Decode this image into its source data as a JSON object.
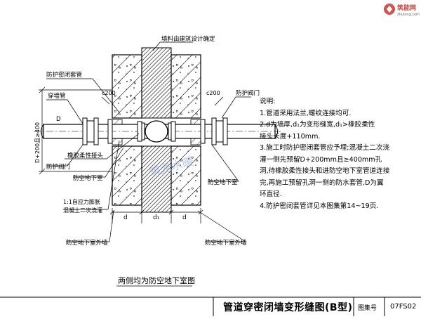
{
  "figure": {
    "labels": {
      "fill_material": "填料由建筑设计确定",
      "protective_sealed_sleeve": "防护密闭套管",
      "wall_pipe": "穿墙管",
      "c200_left": "c200",
      "c200_right": "c200",
      "protective_valve_right": "防护阀门",
      "D_label": "D",
      "dim_vertical": "D+200且≥400",
      "protective_valve_left": "防护阀门",
      "rubber_joint": "橡胶柔性接头",
      "civil_basement_left": "防空地下室",
      "civil_basement_right": "防空地下室",
      "expansion_concrete": "1:1自应力膨胀",
      "expansion_concrete_2": "混凝土二次浇灌",
      "dim_d_left": "d",
      "dim_d1": "d₁",
      "dim_d_right": "d",
      "outer_wall_left": "防空地下室外墙",
      "outer_wall_right": "防空地下室外墙"
    }
  },
  "caption": "两侧均为防空地下室图",
  "notes": {
    "heading": "说明:",
    "lines": [
      "1.管道采用法兰,螺纹连接均可.",
      "2.d为墙厚,d₁为变形缝宽,d₁>橡胶柔性",
      "接头长度+110mm.",
      "3.施工时防护密闭套管应予埋;混凝土二次浇",
      "灌一侧先预留D+200mm且≥400mm孔",
      "洞,待橡胶柔性接头和进防空地下室管道连接",
      "完,再施工预留孔洞一侧的防水套管,D为翼",
      "环直径.",
      "4.防护密闭套管详见本图集第14~19页."
    ]
  },
  "title_block": {
    "title": "管道穿密闭墙变形缝图(B型)",
    "atlas_label": "图集号",
    "atlas_code": "07FS02"
  },
  "logo": {
    "name": "筑能网",
    "site": "zhulong.com"
  },
  "watermark": "筑龙水暖"
}
